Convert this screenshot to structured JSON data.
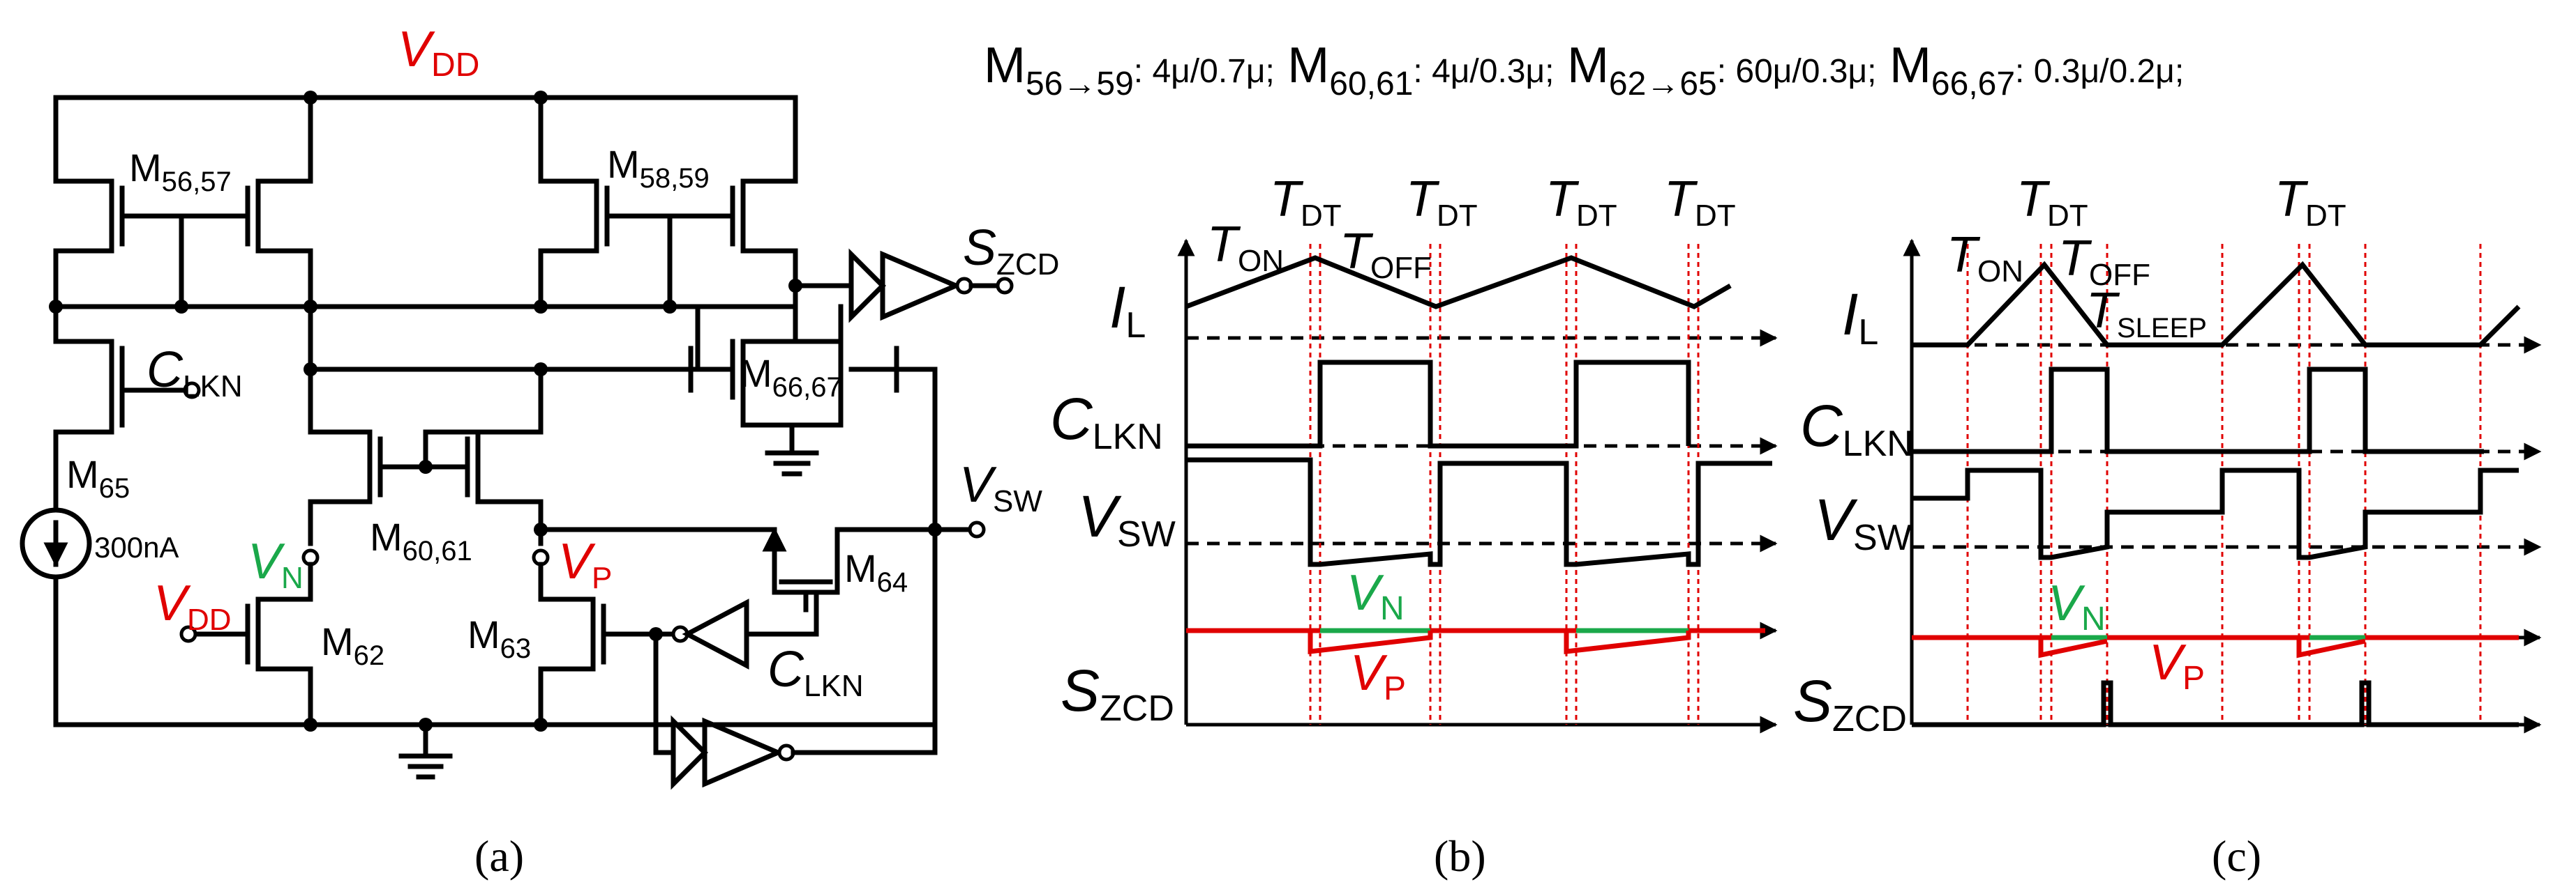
{
  "colors": {
    "red": "#e00000",
    "green": "#1aa84a",
    "black": "#000000"
  },
  "sizing": {
    "s1": {
      "name": "M",
      "sub": "56→59",
      "value": ": 4μ/0.7μ;"
    },
    "s2": {
      "name": "M",
      "sub": "60,61",
      "value": ": 4μ/0.3μ;"
    },
    "s3": {
      "name": "M",
      "sub": "62→65",
      "value": ": 60μ/0.3μ;"
    },
    "s4": {
      "name": "M",
      "sub": "66,67",
      "value": ": 0.3μ/0.2μ;"
    }
  },
  "circuit": {
    "vdd": {
      "main": "V",
      "sub": "DD"
    },
    "vdd2": {
      "main": "V",
      "sub": "DD"
    },
    "m5657": {
      "main": "M",
      "sub": "56,57"
    },
    "m5859": {
      "main": "M",
      "sub": "58,59"
    },
    "m6061": {
      "main": "M",
      "sub": "60,61"
    },
    "m6667": {
      "main": "M",
      "sub": "66,67"
    },
    "m65": {
      "main": "M",
      "sub": "65"
    },
    "m62": {
      "main": "M",
      "sub": "62"
    },
    "m63": {
      "main": "M",
      "sub": "63"
    },
    "m64": {
      "main": "M",
      "sub": "64"
    },
    "clkn1": {
      "main": "C",
      "sub": "LKN"
    },
    "clkn2": {
      "main": "C",
      "sub": "LKN"
    },
    "szcd": {
      "main": "S",
      "sub": "ZCD"
    },
    "vsw": {
      "main": "V",
      "sub": "SW"
    },
    "vn": {
      "main": "V",
      "sub": "N"
    },
    "vp": {
      "main": "V",
      "sub": "P"
    },
    "current": "300nA"
  },
  "waveforms_b": {
    "tdt1": {
      "main": "T",
      "sub": "DT"
    },
    "tdt2": {
      "main": "T",
      "sub": "DT"
    },
    "tdt3": {
      "main": "T",
      "sub": "DT"
    },
    "tdt4": {
      "main": "T",
      "sub": "DT"
    },
    "ton": {
      "main": "T",
      "sub": "ON"
    },
    "toff": {
      "main": "T",
      "sub": "OFF"
    },
    "il": {
      "main": "I",
      "sub": "L"
    },
    "clkn": {
      "main": "C",
      "sub": "LKN"
    },
    "vsw": {
      "main": "V",
      "sub": "SW"
    },
    "vn": {
      "main": "V",
      "sub": "N"
    },
    "vp": {
      "main": "V",
      "sub": "P"
    },
    "szcd": {
      "main": "S",
      "sub": "ZCD"
    }
  },
  "waveforms_c": {
    "tdt1": {
      "main": "T",
      "sub": "DT"
    },
    "tdt2": {
      "main": "T",
      "sub": "DT"
    },
    "ton": {
      "main": "T",
      "sub": "ON"
    },
    "toff": {
      "main": "T",
      "sub": "OFF"
    },
    "tsleep": {
      "main": "T",
      "sub": "SLEEP"
    },
    "il": {
      "main": "I",
      "sub": "L"
    },
    "clkn": {
      "main": "C",
      "sub": "LKN"
    },
    "vsw": {
      "main": "V",
      "sub": "SW"
    },
    "vn": {
      "main": "V",
      "sub": "N"
    },
    "vp": {
      "main": "V",
      "sub": "P"
    },
    "szcd": {
      "main": "S",
      "sub": "ZCD"
    }
  },
  "captions": {
    "a": "(a)",
    "b": "(b)",
    "c": "(c)"
  }
}
